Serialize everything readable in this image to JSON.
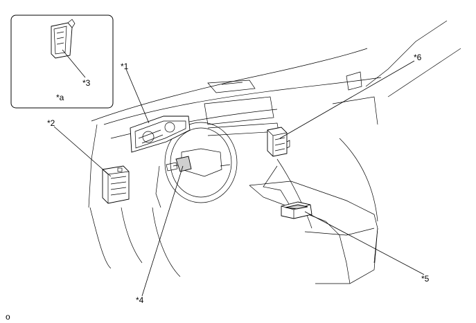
{
  "callouts": {
    "c1": "*1",
    "c2": "*2",
    "c3": "*3",
    "c4": "*4",
    "c5": "*5",
    "c6": "*6",
    "ca": "*a"
  },
  "footer_mark": "o"
}
